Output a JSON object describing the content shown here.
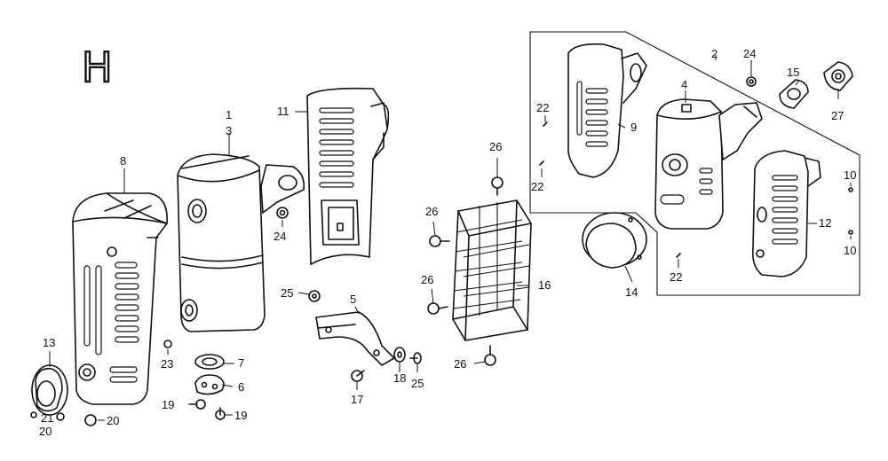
{
  "section_letter": "H",
  "callouts": [
    {
      "id": "c1",
      "label": "1"
    },
    {
      "id": "c3",
      "label": "3"
    },
    {
      "id": "c8",
      "label": "8"
    },
    {
      "id": "c11",
      "label": "11"
    },
    {
      "id": "c24a",
      "label": "24"
    },
    {
      "id": "c25a",
      "label": "25"
    },
    {
      "id": "c5",
      "label": "5"
    },
    {
      "id": "c23",
      "label": "23"
    },
    {
      "id": "c7",
      "label": "7"
    },
    {
      "id": "c6",
      "label": "6"
    },
    {
      "id": "c19a",
      "label": "19"
    },
    {
      "id": "c19b",
      "label": "19"
    },
    {
      "id": "c13",
      "label": "13"
    },
    {
      "id": "c21",
      "label": "21"
    },
    {
      "id": "c20a",
      "label": "20"
    },
    {
      "id": "c20b",
      "label": "20"
    },
    {
      "id": "c17",
      "label": "17"
    },
    {
      "id": "c18",
      "label": "18"
    },
    {
      "id": "c25b",
      "label": "25"
    },
    {
      "id": "c26a",
      "label": "26"
    },
    {
      "id": "c26b",
      "label": "26"
    },
    {
      "id": "c26c",
      "label": "26"
    },
    {
      "id": "c26d",
      "label": "26"
    },
    {
      "id": "c16",
      "label": "16"
    },
    {
      "id": "c2",
      "label": "2"
    },
    {
      "id": "c24b",
      "label": "24"
    },
    {
      "id": "c15",
      "label": "15"
    },
    {
      "id": "c27",
      "label": "27"
    },
    {
      "id": "c4",
      "label": "4"
    },
    {
      "id": "c9",
      "label": "9"
    },
    {
      "id": "c22a",
      "label": "22"
    },
    {
      "id": "c22b",
      "label": "22"
    },
    {
      "id": "c22c",
      "label": "22"
    },
    {
      "id": "c10a",
      "label": "10"
    },
    {
      "id": "c10b",
      "label": "10"
    },
    {
      "id": "c12",
      "label": "12"
    },
    {
      "id": "c14",
      "label": "14"
    }
  ]
}
